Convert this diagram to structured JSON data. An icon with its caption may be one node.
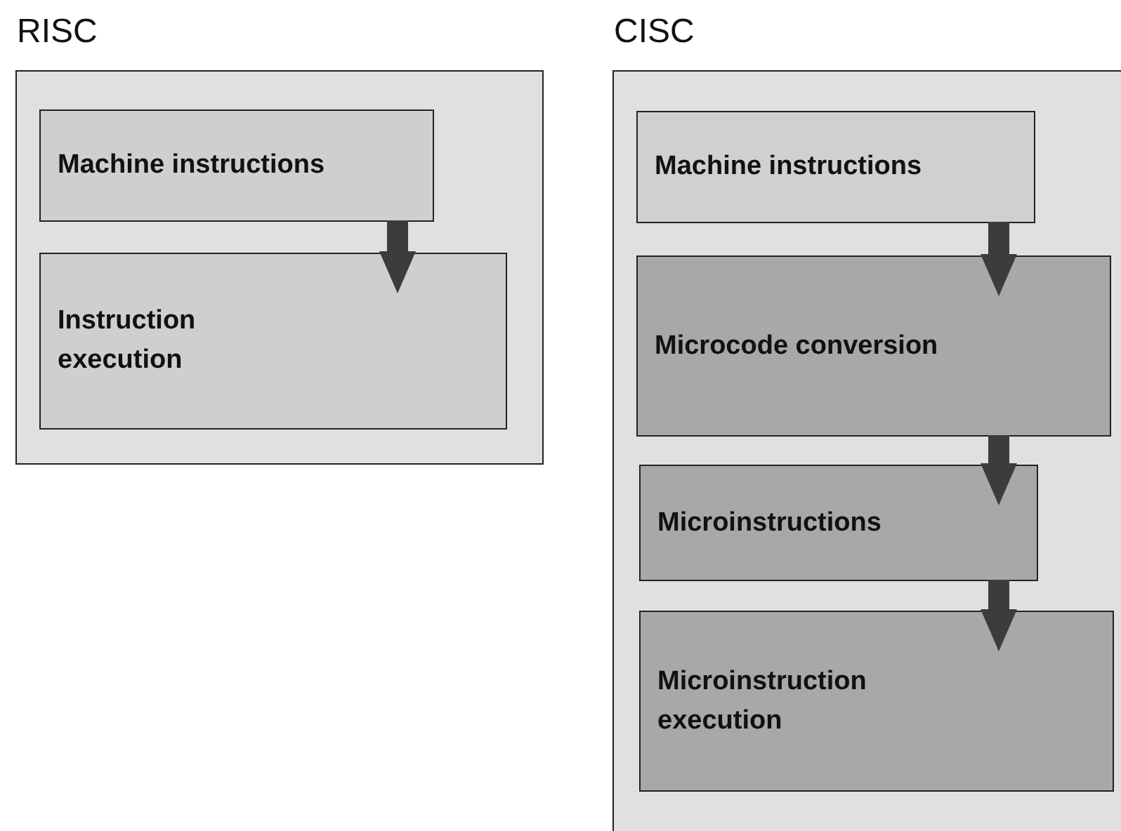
{
  "diagram": {
    "nodes": [
      {
        "text": [
          "RISC"
        ]
      },
      {
        "text": [
          "Machine instructions"
        ],
        "in": 0
      },
      {
        "text": [
          "Instruction execution"
        ],
        "in": 0
      },
      {
        "text": [
          "CISC"
        ]
      },
      {
        "text": [
          "Machine instructions"
        ],
        "in": 3
      },
      {
        "text": [
          "Microcode conversion"
        ],
        "in": 3
      },
      {
        "text": [
          "Microinstructions"
        ],
        "in": 3
      },
      {
        "text": [
          "Microinstruction execution"
        ],
        "in": 3
      }
    ],
    "edges": [
      {
        "from": 1,
        "to": 2,
        "arrow": "to"
      },
      {
        "from": 4,
        "to": 5,
        "arrow": "to"
      },
      {
        "from": 5,
        "to": 6,
        "arrow": "to"
      },
      {
        "from": 6,
        "to": 7,
        "arrow": "to"
      }
    ]
  }
}
